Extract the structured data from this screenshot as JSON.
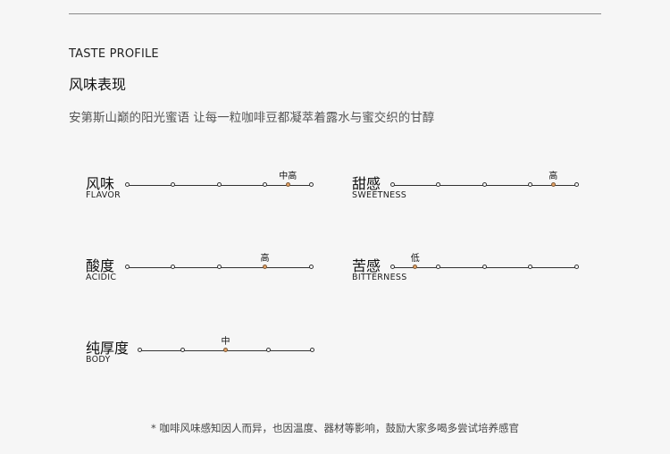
{
  "header": {
    "eyebrow": "TASTE PROFILE",
    "title": "风味表现",
    "subtitle": "安第斯山巅的阳光蜜语 让每一粒咖啡豆都凝萃着露水与蜜交织的甘醇"
  },
  "metrics": [
    {
      "zh": "风味",
      "en": "FLAVOR",
      "level_label": "中高",
      "level": 3.5,
      "scale_max": 4
    },
    {
      "zh": "甜感",
      "en": "SWEETNESS",
      "level_label": "高",
      "level": 3.5,
      "scale_max": 4
    },
    {
      "zh": "酸度",
      "en": "ACIDIC",
      "level_label": "高",
      "level": 3,
      "scale_max": 4
    },
    {
      "zh": "苦感",
      "en": "BITTERNESS",
      "level_label": "低",
      "level": 0.5,
      "scale_max": 4
    },
    {
      "zh": "纯厚度",
      "en": "BODY",
      "level_label": "中",
      "level": 2,
      "scale_max": 4
    }
  ],
  "footnote": "* 咖啡风味感知因人而异，也因温度、器材等影响，鼓励大家多喝多尝试培养感官",
  "colors": {
    "active_dot": "#e3a064",
    "line": "#333333",
    "background": "#f6f6f6"
  }
}
